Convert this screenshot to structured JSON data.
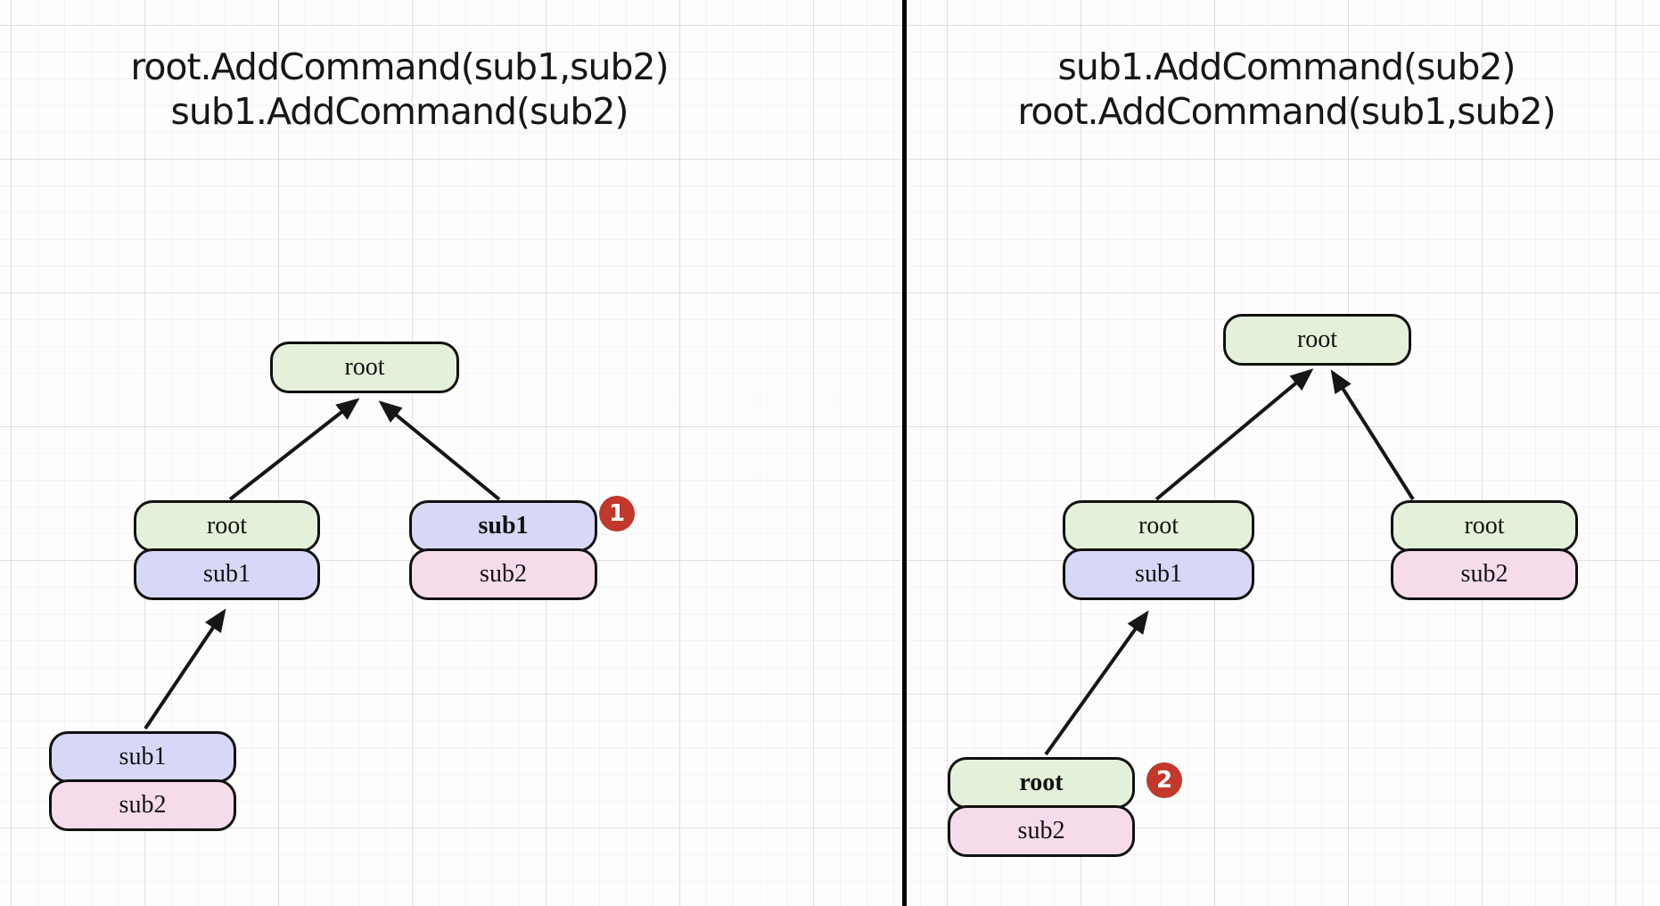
{
  "colors": {
    "node_root_fill": "#e4f1da",
    "node_sub1_fill": "#d7d8f7",
    "node_sub2_fill": "#f6dcea",
    "node_border": "#111111",
    "badge_fill": "#c2382a",
    "badge_text": "#ffffff",
    "arrow": "#161616",
    "divider": "#000000"
  },
  "left_panel": {
    "title_line1": "root.AddCommand(sub1,sub2)",
    "title_line2": "sub1.AddCommand(sub2)",
    "top_node_label": "root",
    "mid_left_stack": {
      "top_label": "root",
      "bottom_label": "sub1"
    },
    "mid_right_stack": {
      "top_label": "sub1",
      "bottom_label": "sub2"
    },
    "mid_right_badge": "1",
    "bottom_stack": {
      "top_label": "sub1",
      "bottom_label": "sub2"
    }
  },
  "right_panel": {
    "title_line1": "sub1.AddCommand(sub2)",
    "title_line2": "root.AddCommand(sub1,sub2)",
    "top_node_label": "root",
    "mid_left_stack": {
      "top_label": "root",
      "bottom_label": "sub1"
    },
    "mid_right_stack": {
      "top_label": "root",
      "bottom_label": "sub2"
    },
    "bottom_stack": {
      "top_label": "root",
      "bottom_label": "sub2"
    },
    "bottom_badge": "2"
  }
}
